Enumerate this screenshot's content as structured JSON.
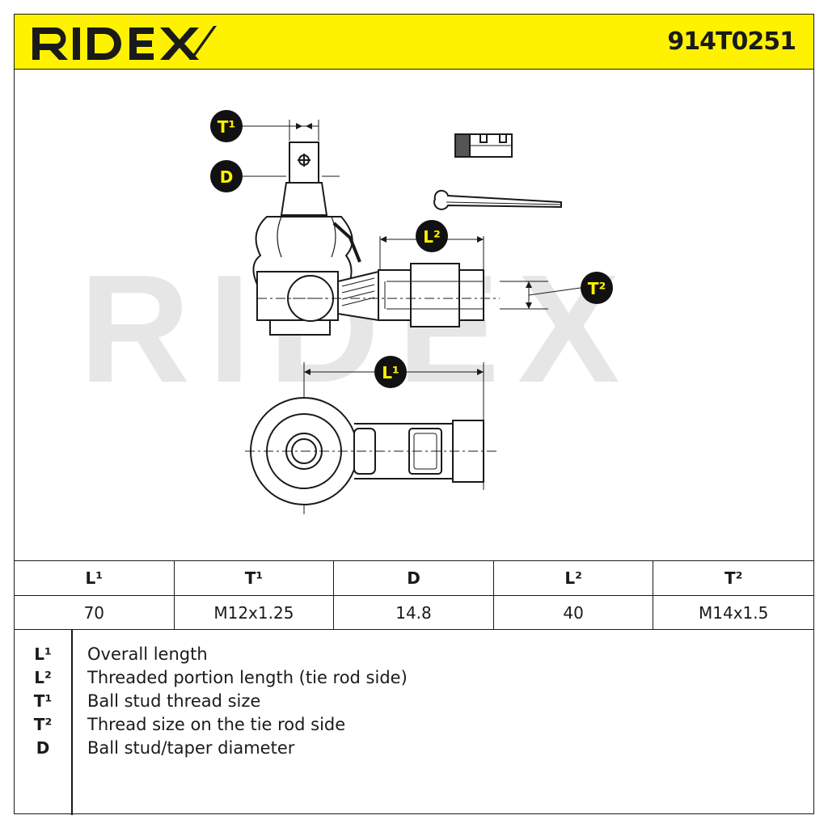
{
  "header": {
    "brand": "RIDEX",
    "part_number": "914T0251"
  },
  "colors": {
    "header_bg": "#fff200",
    "badge_bg": "#111111",
    "badge_text": "#fff200",
    "watermark": "#e6e6e6"
  },
  "drawing": {
    "watermark": "RIDEX",
    "callouts": {
      "t1": "T¹",
      "d": "D",
      "l2": "L²",
      "t2": "T²",
      "l1": "L¹"
    }
  },
  "spec_table": {
    "headers": [
      "L¹",
      "T¹",
      "D",
      "L²",
      "T²"
    ],
    "values": [
      "70",
      "M12x1.25",
      "14.8",
      "40",
      "M14x1.5"
    ]
  },
  "legend": [
    {
      "code": "L¹",
      "desc": "Overall length"
    },
    {
      "code": "L²",
      "desc": "Threaded portion length (tie rod side)"
    },
    {
      "code": "T¹",
      "desc": "Ball stud thread size"
    },
    {
      "code": "T²",
      "desc": "Thread size on the tie rod side"
    },
    {
      "code": "D",
      "desc": "Ball stud/taper diameter"
    }
  ]
}
